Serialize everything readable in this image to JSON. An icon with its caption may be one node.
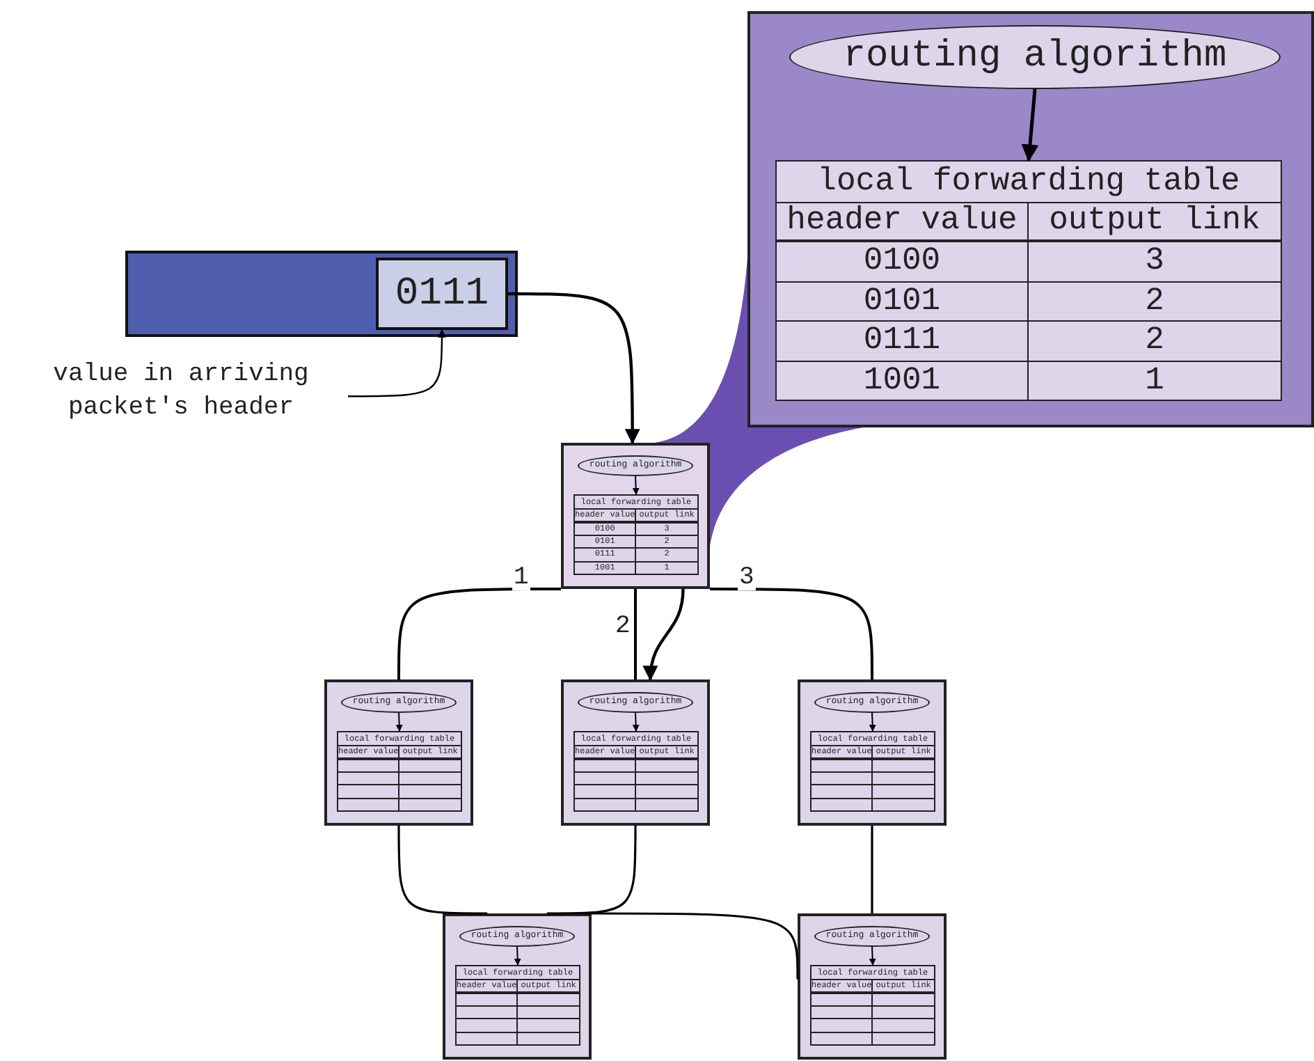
{
  "diagram": {
    "nodes": [
      {
        "text": [],
        "shape": "bar"
      },
      {
        "text": [
          "0111"
        ],
        "in": 0
      },
      {
        "text": [
          "value in arriving packet's header"
        ]
      },
      {
        "text": [],
        "shape": "box"
      },
      {
        "text": [
          "routing algorithm"
        ],
        "in": 3
      },
      {
        "text": [
          "local forwarding table",
          "header value",
          "output link",
          "0100",
          "3",
          "0101",
          "2",
          "0111",
          "2",
          "1001",
          "1"
        ],
        "in": 3
      },
      {
        "text": [],
        "shape": "box"
      },
      {
        "text": [
          "routing algorithm"
        ],
        "in": 6
      },
      {
        "text": [
          "local forwarding table",
          "header value",
          "output link",
          "0100",
          "3",
          "0101",
          "2",
          "0111",
          "2",
          "1001",
          "1"
        ],
        "in": 6
      },
      {
        "text": [],
        "shape": "box"
      },
      {
        "text": [
          "routing algorithm"
        ],
        "in": 9
      },
      {
        "text": [
          "local forwarding table",
          "header value",
          "output link"
        ],
        "in": 9
      },
      {
        "text": [],
        "shape": "box"
      },
      {
        "text": [
          "routing algorithm"
        ],
        "in": 12
      },
      {
        "text": [
          "local forwarding table",
          "header value",
          "output link"
        ],
        "in": 12
      },
      {
        "text": [],
        "shape": "box"
      },
      {
        "text": [
          "routing algorithm"
        ],
        "in": 15
      },
      {
        "text": [
          "local forwarding table",
          "header value",
          "output link"
        ],
        "in": 15
      },
      {
        "text": [],
        "shape": "box"
      },
      {
        "text": [
          "routing algorithm"
        ],
        "in": 18
      },
      {
        "text": [
          "local forwarding table",
          "header value",
          "output link"
        ],
        "in": 18
      },
      {
        "text": [],
        "shape": "box"
      },
      {
        "text": [
          "routing algorithm"
        ],
        "in": 21
      },
      {
        "text": [
          "local forwarding table",
          "header value",
          "output link"
        ],
        "in": 21
      },
      {
        "text": [],
        "shape": "callout"
      }
    ],
    "edges": [
      {
        "from": 2,
        "to": 1,
        "arrow": "to"
      },
      {
        "from": 4,
        "to": 5,
        "arrow": "to"
      },
      {
        "from": 1,
        "to": 6,
        "arrow": "to"
      },
      {
        "from": 7,
        "to": 8,
        "arrow": "to"
      },
      {
        "from": 6,
        "to": 9,
        "arrow": "none",
        "label": "1"
      },
      {
        "from": 6,
        "to": 12,
        "arrow": "none",
        "label": "2"
      },
      {
        "from": 6,
        "to": 15,
        "arrow": "none",
        "label": "3"
      },
      {
        "from": 6,
        "to": 12,
        "arrow": "to"
      },
      {
        "from": 10,
        "to": 11,
        "arrow": "to"
      },
      {
        "from": 13,
        "to": 14,
        "arrow": "to"
      },
      {
        "from": 16,
        "to": 17,
        "arrow": "to"
      },
      {
        "from": 9,
        "to": 18,
        "arrow": "none"
      },
      {
        "from": 12,
        "to": 18,
        "arrow": "none"
      },
      {
        "from": 19,
        "to": 20,
        "arrow": "to"
      },
      {
        "from": 18,
        "to": 21,
        "arrow": "none"
      },
      {
        "from": 15,
        "to": 21,
        "arrow": "none"
      },
      {
        "from": 22,
        "to": 23,
        "arrow": "to"
      }
    ]
  }
}
